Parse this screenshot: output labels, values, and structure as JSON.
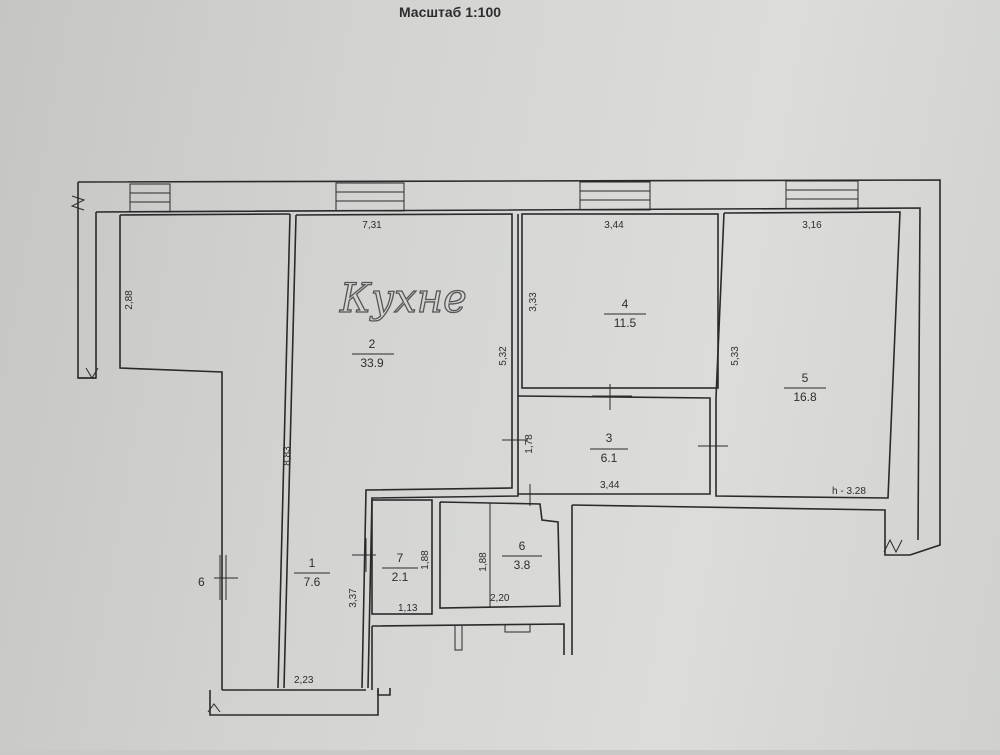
{
  "title": "Масштаб 1:100",
  "handwritten_note": "Кухне",
  "rooms": [
    {
      "id": "1",
      "area": "7.6"
    },
    {
      "id": "2",
      "area": "33.9"
    },
    {
      "id": "3",
      "area": "6.1"
    },
    {
      "id": "4",
      "area": "11.5"
    },
    {
      "id": "5",
      "area": "16.8"
    },
    {
      "id": "6",
      "area": "3.8"
    },
    {
      "id": "7",
      "area": "2.1"
    }
  ],
  "dimensions": {
    "room2_width": "7,31",
    "room4_width": "3,44",
    "room5_width": "3,16",
    "corridor_top_height": "2,88",
    "room2_height": "5,32",
    "room4_height": "3,33",
    "room5_height": "5,33",
    "room3_height": "1,78",
    "room3_width": "3,44",
    "corridor_height": "8,83",
    "room1_height": "3,37",
    "room7_height": "1,88",
    "room7_width": "1,13",
    "room6_height": "1,88",
    "room6_width": "2,20",
    "room1_width": "2,23"
  },
  "ceiling_height": "h - 3.28",
  "side_mark": "6"
}
